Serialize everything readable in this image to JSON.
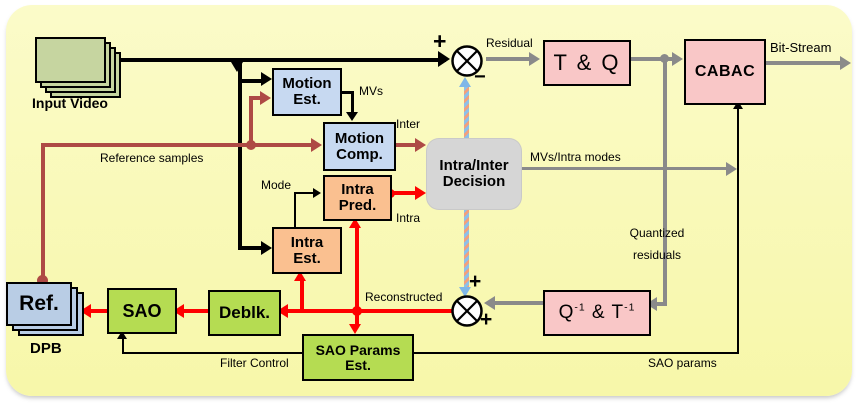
{
  "nodes": {
    "input_video": {
      "label": "Input Video"
    },
    "motion_est": {
      "line1": "Motion",
      "line2": "Est."
    },
    "motion_comp": {
      "line1": "Motion",
      "line2": "Comp."
    },
    "intra_pred": {
      "line1": "Intra",
      "line2": "Pred."
    },
    "intra_est": {
      "line1": "Intra",
      "line2": "Est."
    },
    "decision": {
      "line1": "Intra/Inter",
      "line2": "Decision"
    },
    "tq": {
      "label": "T & Q"
    },
    "cabac": {
      "label": "CABAC"
    },
    "iqit": {
      "base1": "Q",
      "sup1": "-1",
      "base2": " & T",
      "sup2": "-1"
    },
    "ref": {
      "label": "Ref."
    },
    "dpb": {
      "label": "DPB"
    },
    "sao": {
      "label": "SAO"
    },
    "deblk": {
      "label": "Deblk."
    },
    "sao_params_est": {
      "line1": "SAO Params",
      "line2": "Est."
    }
  },
  "labels": {
    "residual": "Residual",
    "bit_stream": "Bit-Stream",
    "mvs": "MVs",
    "inter": "Inter",
    "intra": "Intra",
    "mode": "Mode",
    "mvs_intra_modes": "MVs/Intra modes",
    "quantized_line1": "Quantized",
    "quantized_line2": "residuals",
    "reference_samples": "Reference samples",
    "reconstructed": "Reconstructed",
    "filter_control": "Filter Control",
    "sao_params": "SAO params"
  },
  "signs": {
    "subtract_plus": "+",
    "subtract_minus": "−",
    "add_plus_top": "+",
    "add_plus_bottom": "+"
  },
  "colors": {
    "background_yellow": "#F9F9B8",
    "prediction_blue_box": "#C7D9F1",
    "intra_peach_box": "#FAC090",
    "coding_pink_box": "#F9C7C7",
    "filter_green_box": "#B5DC52",
    "ref_blue_box": "#B9CDE5",
    "input_video_green": "#C6D5A0",
    "decision_gray_box": "#D6D6D6",
    "arrow_red": "#FE0000",
    "arrow_dark_red": "#AE4A45",
    "arrow_gray": "#8A8A8A",
    "arrow_black": "#000000",
    "dashed_blue": "#8CC0EA",
    "dashed_salmon": "#F2A07C"
  }
}
